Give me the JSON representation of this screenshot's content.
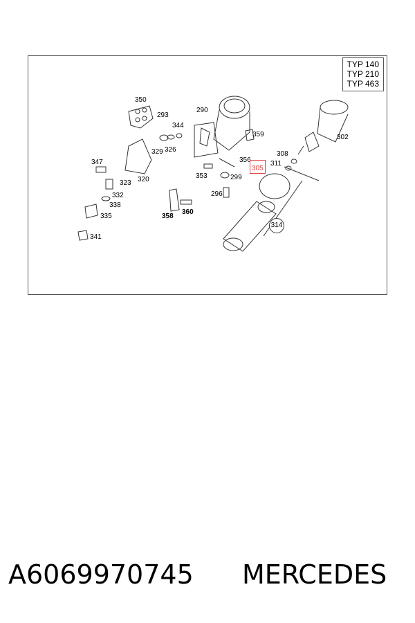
{
  "typ_labels": [
    "TYP 140",
    "TYP 210",
    "TYP 463"
  ],
  "callouts": {
    "c350": "350",
    "c293": "293",
    "c290": "290",
    "c344": "344",
    "c359": "359",
    "c302": "302",
    "c329": "329",
    "c326": "326",
    "c347": "347",
    "c308": "308",
    "c356": "356",
    "c311": "311",
    "c305": "305",
    "c353": "353",
    "c299": "299",
    "c323": "323",
    "c320": "320",
    "c296": "296",
    "c332": "332",
    "c338": "338",
    "c358": "358",
    "c360": "360",
    "c335": "335",
    "c314": "314",
    "c341": "341"
  },
  "footer": {
    "part_number": "A6069970745",
    "brand": "MERCEDES"
  },
  "colors": {
    "highlight": "#dd4444",
    "line": "#333333"
  }
}
